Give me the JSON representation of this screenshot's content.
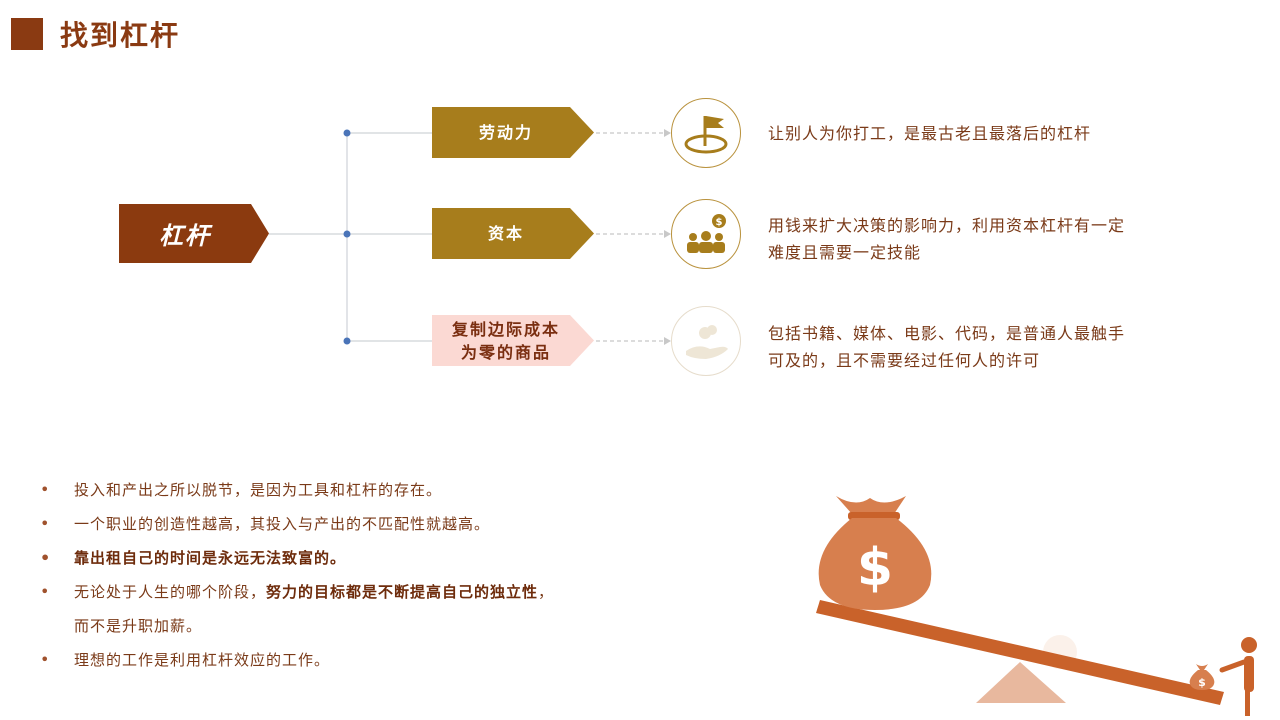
{
  "header": {
    "title": "找到杠杆"
  },
  "tree": {
    "root": {
      "label": "杠杆"
    },
    "branches": [
      {
        "label_lines": [
          "劳动力"
        ],
        "icon": "flag-icon",
        "description": [
          "让别人为你打工，是最古老且最落后的杠杆"
        ]
      },
      {
        "label_lines": [
          "资本"
        ],
        "icon": "people-money-icon",
        "description": [
          "用钱来扩大决策的影响力，利用资本杠杆有一定",
          "难度且需要一定技能"
        ]
      },
      {
        "label_lines": [
          "复制边际成本",
          "为零的商品"
        ],
        "icon": "hand-coins-icon",
        "description": [
          "包括书籍、媒体、电影、代码，是普通人最触手",
          "可及的，且不需要经过任何人的许可"
        ]
      }
    ]
  },
  "bullets": [
    {
      "text": "投入和产出之所以脱节，是因为工具和杠杆的存在。"
    },
    {
      "text": "一个职业的创造性越高，其投入与产出的不匹配性就越高。"
    },
    {
      "text": "靠出租自己的时间是永远无法致富的。"
    },
    {
      "pre": "无论处于人生的哪个阶段，",
      "bold": "努力的目标都是不断提高自己的独立性",
      "post": "，",
      "cont": "而不是升职加薪。"
    },
    {
      "text": "理想的工作是利用杠杆效应的工作。"
    }
  ],
  "illustration": {
    "symbol": "$",
    "icon": "money-bag-seesaw-icon"
  },
  "colors": {
    "title": "#8a3a12",
    "root": "#8b3a0f",
    "gold": "#a77d1c",
    "pink": "#fbd9d3",
    "text": "#7a3a18",
    "bag": "#d77f4e",
    "beam": "#c9622a",
    "fulcrum": "#e8b89e"
  }
}
